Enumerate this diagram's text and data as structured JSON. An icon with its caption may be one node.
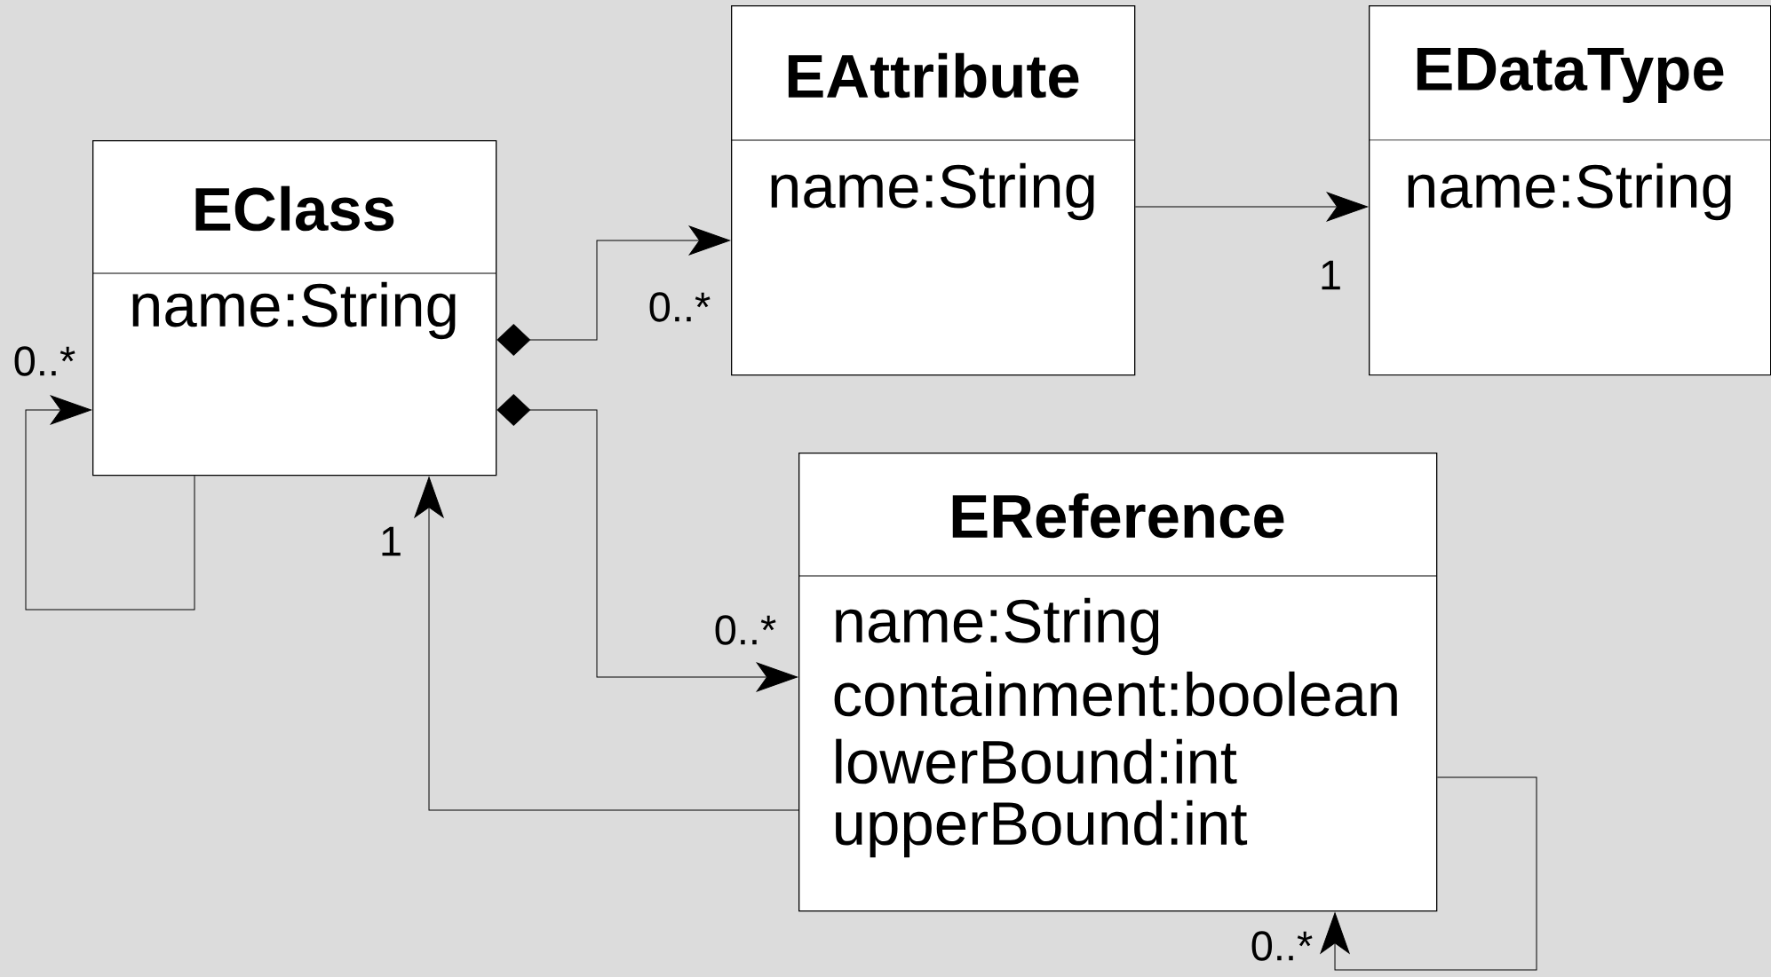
{
  "diagram": {
    "nodes": [
      {
        "text": [
          "EClass",
          "name:String"
        ]
      },
      {
        "text": [
          "EAttribute",
          "name:String"
        ]
      },
      {
        "text": [
          "EDataType",
          "name:String"
        ]
      },
      {
        "text": [
          "EReference",
          "name:String",
          "containment:boolean",
          "lowerBound:int",
          "upperBound:int"
        ]
      }
    ],
    "edges": [
      {
        "from": 0,
        "to": 0,
        "arrow": "to",
        "label": "0..*"
      },
      {
        "from": 0,
        "to": 1,
        "arrow": "to",
        "label": "0..*"
      },
      {
        "from": 0,
        "to": 3,
        "arrow": "to",
        "label": "0..*"
      },
      {
        "from": 1,
        "to": 2,
        "arrow": "to",
        "label": "1"
      },
      {
        "from": 3,
        "to": 0,
        "arrow": "to",
        "label": "1"
      },
      {
        "from": 3,
        "to": 3,
        "arrow": "to",
        "label": "0..*"
      }
    ]
  }
}
